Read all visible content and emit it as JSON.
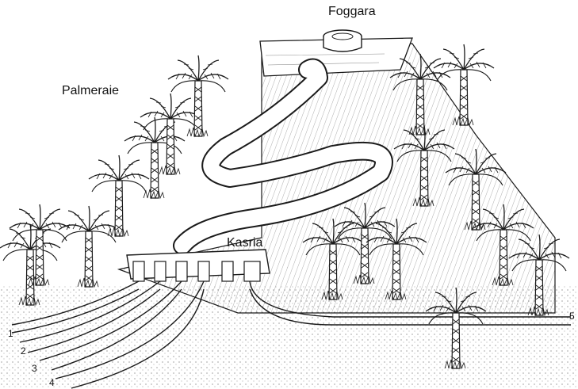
{
  "labels": {
    "foggara": "Foggara",
    "palmeraie": "Palmeraie",
    "kasria": "Kasria",
    "channel_1": "1",
    "channel_2": "2",
    "channel_3": "3",
    "channel_4": "4",
    "channel_5": "5"
  },
  "colors": {
    "ink": "#1a1a1a",
    "paper": "#ffffff",
    "hatch": "#555555"
  },
  "elements": {
    "palm_tree_icon": "palm-tree-icon",
    "well_icon": "well-icon"
  }
}
